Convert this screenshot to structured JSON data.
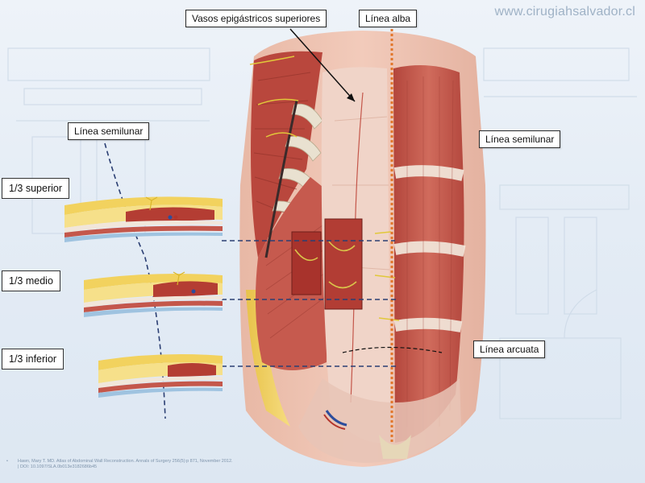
{
  "watermark": "www.cirugiahsalvador.cl",
  "labels": {
    "vasos": "Vasos epigástricos superiores",
    "linea_alba": "Línea alba",
    "linea_semilunar_left": "Línea semilunar",
    "linea_semilunar_right": "Línea semilunar",
    "linea_arcuata": "Línea arcuata"
  },
  "sections": [
    {
      "label": "1/3 superior"
    },
    {
      "label": "1/3 medio"
    },
    {
      "label": "1/3 inferior"
    }
  ],
  "reference": {
    "bullet": "•",
    "line1": "Hawn, Mary T. MD. Atlas of Abdominal Wall Reconstruction. Annals of Surgery 256(5):p 871, November 2012.",
    "line2": "| DOI: 10.1097/SLA.0b013e3182686b45"
  },
  "colors": {
    "muscle": "#c4574b",
    "muscle_dark": "#9e3a33",
    "fat": "#f2d25e",
    "fascia": "#f1e6da",
    "dashed_line": "#2b3f73",
    "linea_alba": "#e2762a"
  }
}
